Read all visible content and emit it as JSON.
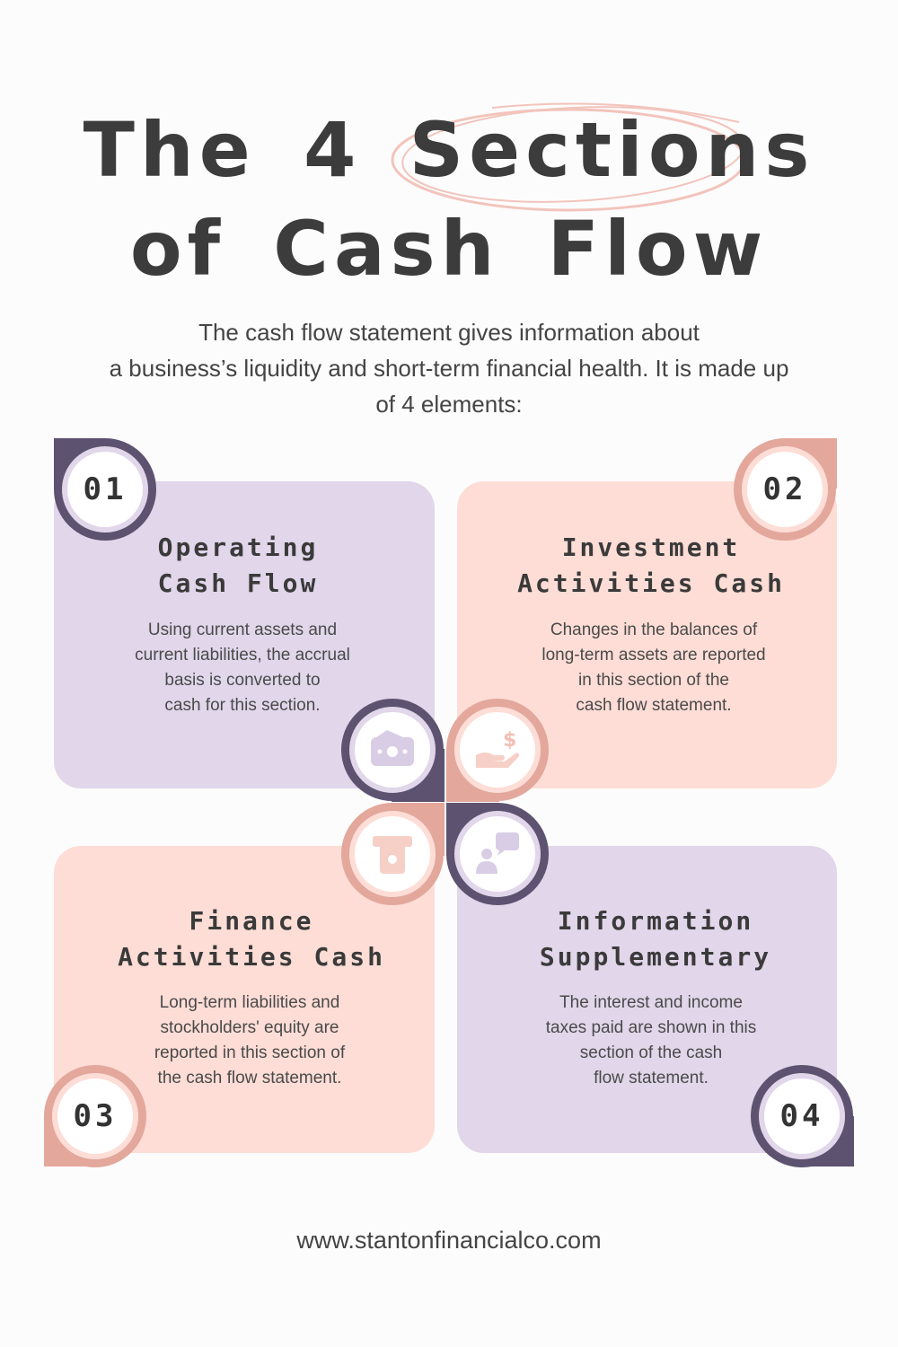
{
  "title": {
    "line1": "The 4 Sections",
    "line2": "of Cash Flow"
  },
  "intro": {
    "line1": "The cash flow statement gives information about",
    "line2": "a business’s liquidity and short-term financial health. It is made up",
    "line3": "of 4 elements:"
  },
  "sections": [
    {
      "number": "01",
      "title_line1": "Operating",
      "title_line2": "Cash Flow",
      "text": [
        "Using current assets and",
        "current liabilities, the accrual",
        "basis is converted to",
        "cash for this section."
      ],
      "icon": "money-bill-icon"
    },
    {
      "number": "02",
      "title_line1": "Investment",
      "title_line2": "Activities Cash",
      "text": [
        "Changes in the balances of",
        "long-term assets are reported",
        "in this section of the",
        "cash flow statement."
      ],
      "icon": "hand-dollar-icon"
    },
    {
      "number": "03",
      "title_line1": "Finance",
      "title_line2": "Activities Cash",
      "text": [
        "Long-term liabilities and",
        "stockholders' equity are",
        "reported in this section of",
        "the cash flow statement."
      ],
      "icon": "atm-card-icon"
    },
    {
      "number": "04",
      "title_line1": "Information",
      "title_line2": "Supplementary",
      "text": [
        "The interest and income",
        "taxes paid are shown in this",
        "section of the cash",
        "flow statement."
      ],
      "icon": "person-chat-icon"
    }
  ],
  "website": "www.stantonfinancialco.com",
  "colors": {
    "purple_dark": "#5d5270",
    "purple_light": "#e1d6ea",
    "pink_dark": "#e3a79c",
    "pink_light": "#fdddd6",
    "text": "#3c3c3c"
  }
}
